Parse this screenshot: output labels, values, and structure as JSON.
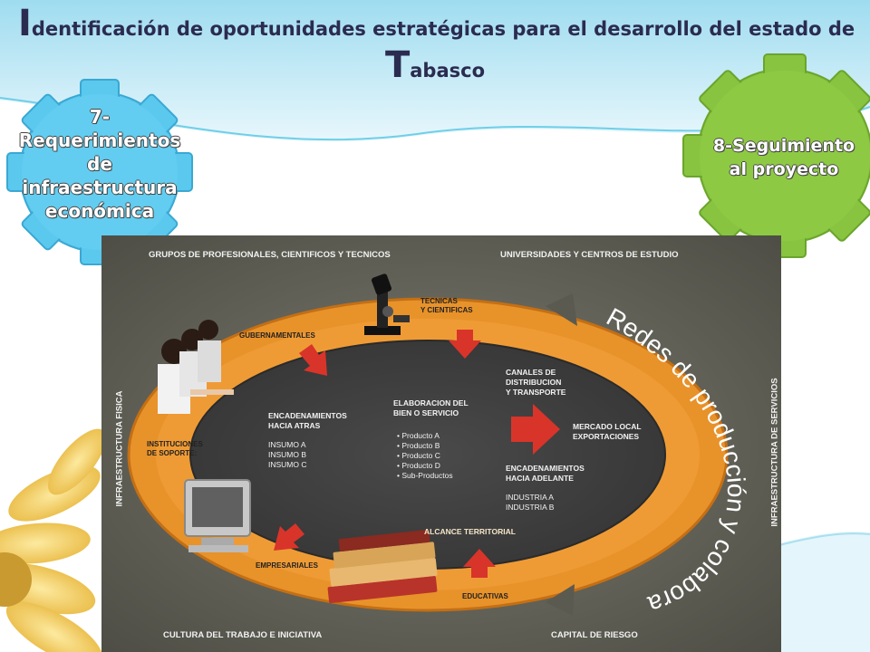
{
  "title": {
    "cap1": "I",
    "rest1": "dentificación de oportunidades estratégicas para el desarrollo del estado de",
    "cap2": "T",
    "rest2": "abasco"
  },
  "gear_left": {
    "label": "7-Requerimientos de infraestructura económica",
    "color": "#5bc8ee"
  },
  "gear_right": {
    "label": "8-Seguimiento al proyecto",
    "color": "#88c440"
  },
  "diagram": {
    "top_left": "GRUPOS DE PROFESIONALES, CIENTIFICOS Y TECNICOS",
    "top_right": "UNIVERSIDADES Y CENTROS DE ESTUDIO",
    "bottom_left": "CULTURA DEL TRABAJO E INICIATIVA",
    "bottom_right": "CAPITAL DE RIESGO",
    "left_vertical": "INFRAESTRUCTURA FISICA",
    "right_vertical": "INFRAESTRUCTURA DE SERVICIOS",
    "tecnicas": "TECNICAS\nY CIENTIFICAS",
    "gubernamentales": "GUBERNAMENTALES",
    "instituciones": "INSTITUCIONES\nDE SOPORTE:",
    "empresariales": "EMPRESARIALES",
    "educativas": "EDUCATIVAS",
    "alcance": "ALCANCE TERRITORIAL",
    "encad_atras": "ENCADENAMIENTOS\nHACIA ATRAS",
    "insumos": [
      "INSUMO A",
      "INSUMO B",
      "INSUMO C"
    ],
    "elaboracion": "ELABORACION DEL\nBIEN O SERVICIO",
    "productos": [
      "• Producto A",
      "• Producto B",
      "• Producto C",
      "• Producto D",
      "• Sub-Productos"
    ],
    "canales": "CANALES DE\nDISTRIBUCION\nY TRANSPORTE",
    "mercado": "MERCADO LOCAL\nEXPORTACIONES",
    "encad_adelante": "ENCADENAMIENTOS\nHACIA ADELANTE",
    "industrias": [
      "INDUSTRIA A",
      "INDUSTRIA B"
    ],
    "redes": "Redes de producción y colaboración"
  }
}
